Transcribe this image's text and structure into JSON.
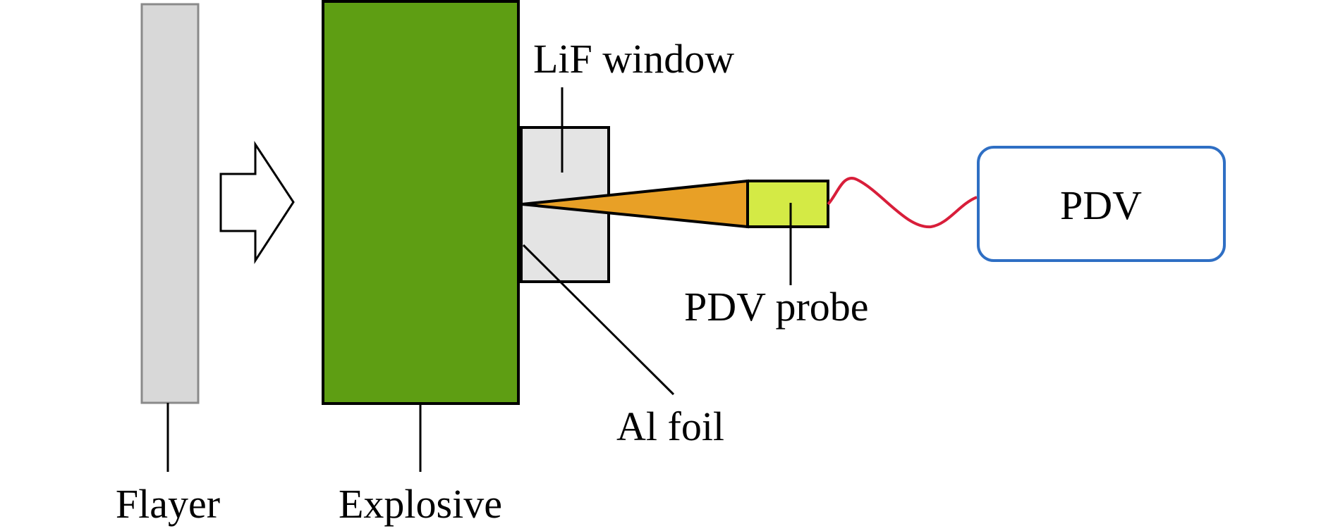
{
  "labels": {
    "flayer": "Flayer",
    "explosive": "Explosive",
    "lif_window": "LiF window",
    "al_foil": "Al foil",
    "pdv_probe": "PDV probe",
    "pdv": "PDV"
  },
  "colors": {
    "flayer_fill": "#d8d8d8",
    "explosive_fill": "#5e9e13",
    "window_fill": "#e4e4e4",
    "cone_fill": "#e8a026",
    "probe_fill": "#d4ea45",
    "fiber": "#d81e3a",
    "pdv_box_stroke": "#2f6fc4"
  }
}
